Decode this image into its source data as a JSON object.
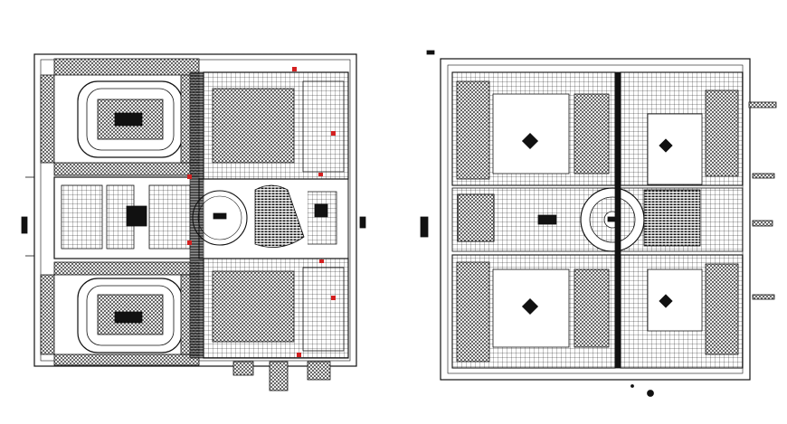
{
  "drawing": {
    "background": "#ffffff",
    "ink": "#111111",
    "accent": "#d42020",
    "plans": [
      {
        "id": "left-plan",
        "kind": "site-plan-with-parking"
      },
      {
        "id": "right-plan",
        "kind": "floor-plan"
      }
    ]
  }
}
